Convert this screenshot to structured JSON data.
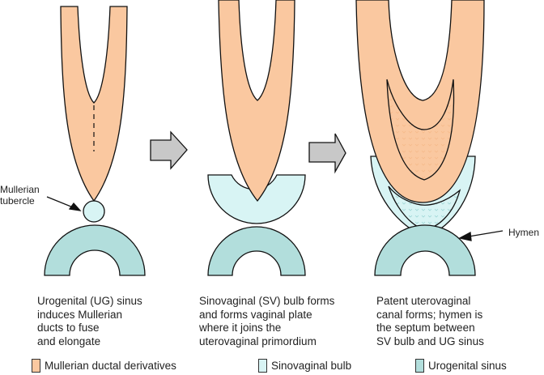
{
  "colors": {
    "mullerian": "#FAC8A0",
    "sinovaginal": "#D8F4F4",
    "urogenital": "#B2DEDC",
    "hymen": "#F4F0A8",
    "arrow": "#C8C8C8"
  },
  "labels": {
    "tubercle": "Mullerian\ntubercle",
    "hymen": "Hymen"
  },
  "captions": [
    "Urogenital (UG) sinus\ninduces Mullerian\nducts to fuse\nand elongate",
    "Sinovaginal (SV) bulb forms\nand forms vaginal plate\nwhere it joins the\nuterovaginal primordium",
    "Patent uterovaginal\ncanal forms; hymen is\nthe septum between\nSV bulb and UG sinus"
  ],
  "legend": [
    {
      "label": "Mullerian ductal derivatives",
      "color_key": "mullerian"
    },
    {
      "label": "Sinovaginal bulb",
      "color_key": "sinovaginal"
    },
    {
      "label": "Urogenital sinus",
      "color_key": "urogenital"
    }
  ]
}
